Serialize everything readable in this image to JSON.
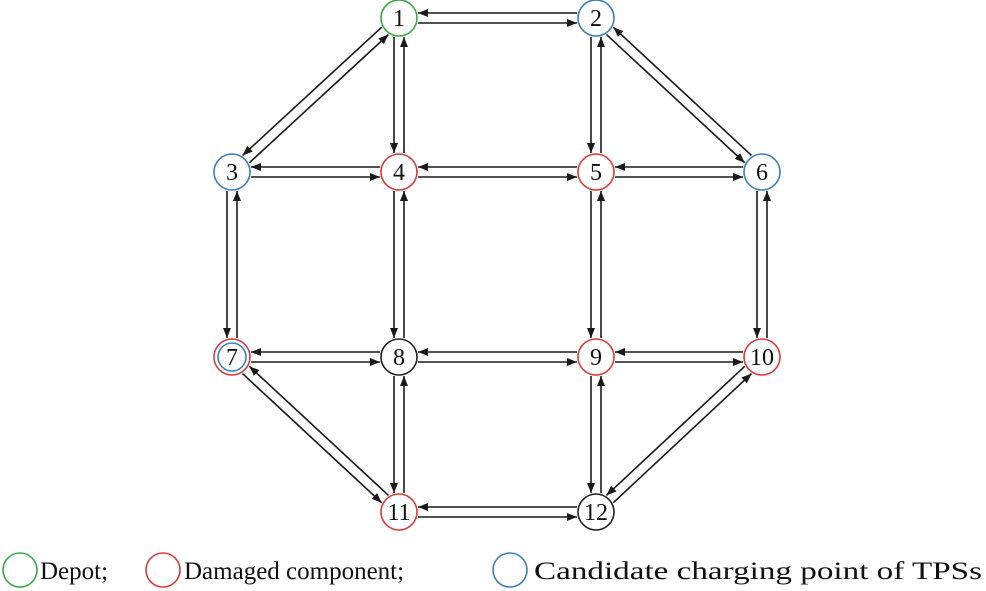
{
  "colors": {
    "depot": "#3aa845",
    "damaged": "#d93a3a",
    "charging": "#3a7fbf",
    "normal": "#222222",
    "edge": "#1a1a1a"
  },
  "nodes": [
    {
      "id": "1",
      "roles": [
        "depot"
      ]
    },
    {
      "id": "2",
      "roles": [
        "charging"
      ]
    },
    {
      "id": "3",
      "roles": [
        "charging"
      ]
    },
    {
      "id": "4",
      "roles": [
        "damaged"
      ]
    },
    {
      "id": "5",
      "roles": [
        "damaged"
      ]
    },
    {
      "id": "6",
      "roles": [
        "charging"
      ]
    },
    {
      "id": "7",
      "roles": [
        "damaged",
        "charging"
      ]
    },
    {
      "id": "8",
      "roles": []
    },
    {
      "id": "9",
      "roles": [
        "damaged"
      ]
    },
    {
      "id": "10",
      "roles": [
        "damaged"
      ]
    },
    {
      "id": "11",
      "roles": [
        "damaged"
      ]
    },
    {
      "id": "12",
      "roles": []
    }
  ],
  "edges": [
    [
      "1",
      "2"
    ],
    [
      "2",
      "1"
    ],
    [
      "1",
      "3"
    ],
    [
      "3",
      "1"
    ],
    [
      "1",
      "4"
    ],
    [
      "4",
      "1"
    ],
    [
      "2",
      "5"
    ],
    [
      "5",
      "2"
    ],
    [
      "2",
      "6"
    ],
    [
      "6",
      "2"
    ],
    [
      "3",
      "4"
    ],
    [
      "4",
      "3"
    ],
    [
      "4",
      "5"
    ],
    [
      "5",
      "4"
    ],
    [
      "5",
      "6"
    ],
    [
      "6",
      "5"
    ],
    [
      "3",
      "7"
    ],
    [
      "7",
      "3"
    ],
    [
      "4",
      "8"
    ],
    [
      "8",
      "4"
    ],
    [
      "5",
      "9"
    ],
    [
      "9",
      "5"
    ],
    [
      "6",
      "10"
    ],
    [
      "10",
      "6"
    ],
    [
      "7",
      "8"
    ],
    [
      "8",
      "7"
    ],
    [
      "8",
      "9"
    ],
    [
      "9",
      "8"
    ],
    [
      "9",
      "10"
    ],
    [
      "10",
      "9"
    ],
    [
      "7",
      "11"
    ],
    [
      "11",
      "7"
    ],
    [
      "8",
      "11"
    ],
    [
      "11",
      "8"
    ],
    [
      "9",
      "12"
    ],
    [
      "12",
      "9"
    ],
    [
      "10",
      "12"
    ],
    [
      "12",
      "10"
    ],
    [
      "11",
      "12"
    ],
    [
      "12",
      "11"
    ]
  ],
  "legend": [
    {
      "role": "depot",
      "label": "Depot;"
    },
    {
      "role": "damaged",
      "label": "Damaged component;"
    },
    {
      "role": "charging",
      "label": "Candidate charging point of TPSs"
    }
  ]
}
